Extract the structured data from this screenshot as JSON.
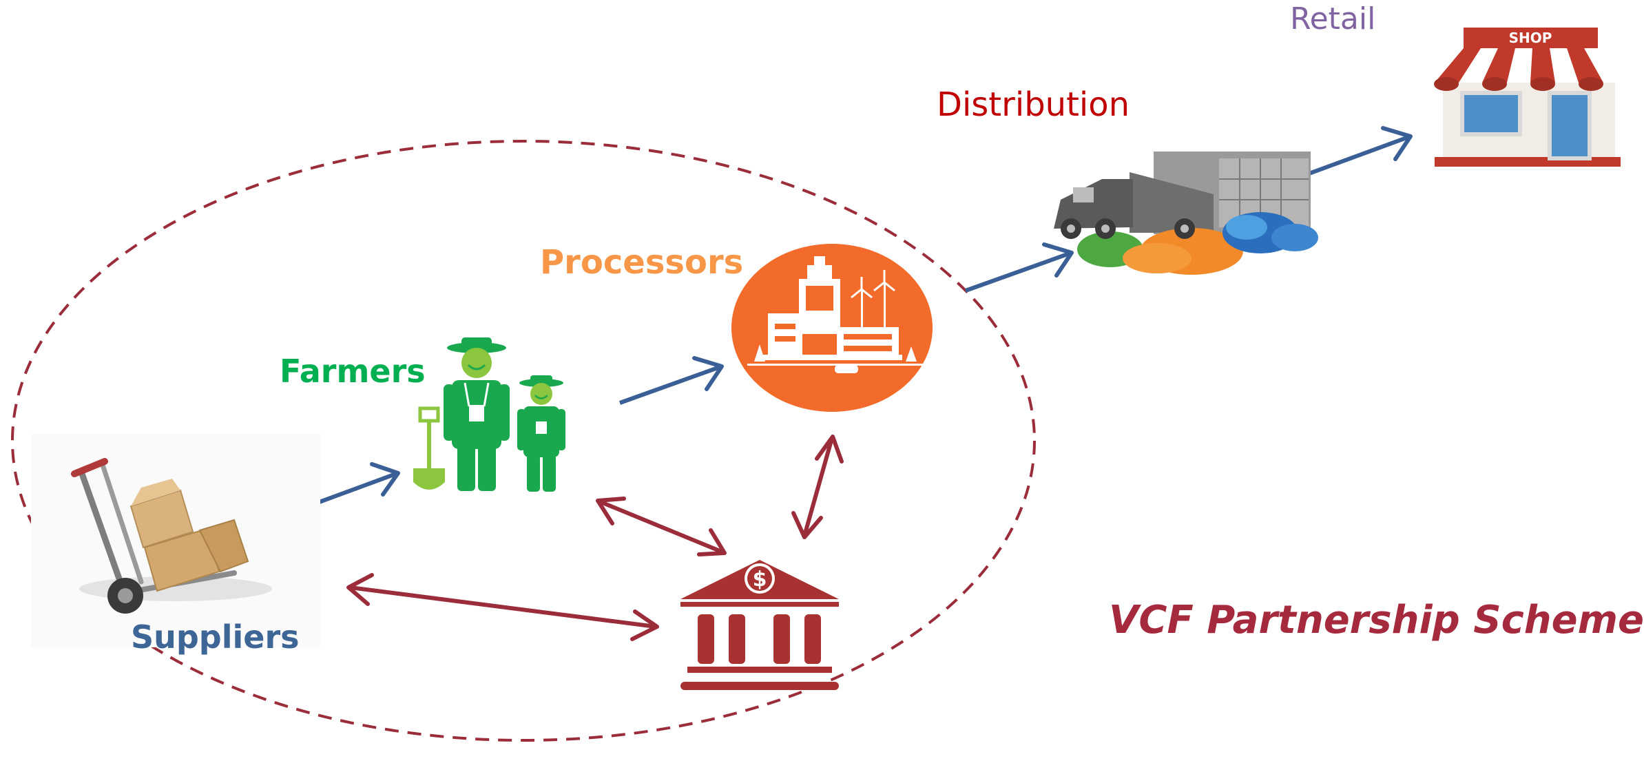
{
  "labels": {
    "retail": "Retail",
    "distribution": "Distribution",
    "processors": "Processors",
    "farmers": "Farmers",
    "suppliers": "Suppliers",
    "scheme_title": "VCF Partnership Schemes",
    "shop_sign": "SHOP",
    "bank_symbol": "$"
  },
  "colors": {
    "retail": "#8064a2",
    "distribution": "#c00000",
    "processors": "#f79646",
    "farmers": "#00b050",
    "suppliers": "#3d6596",
    "scheme": "#a52a3e",
    "flow_arrow": "#3a5f96",
    "finance_arrow": "#9b2c3a",
    "boundary": "#9b2c3a",
    "processor_circle": "#f26b2a",
    "bank": "#a83232"
  },
  "icons": {
    "suppliers": "hand-truck-boxes-icon",
    "farmers": "farmers-with-shovel-icon",
    "processors": "factory-circle-icon",
    "distribution": "truck-warehouse-icon",
    "retail": "shop-storefront-icon",
    "finance": "bank-dollar-icon"
  }
}
